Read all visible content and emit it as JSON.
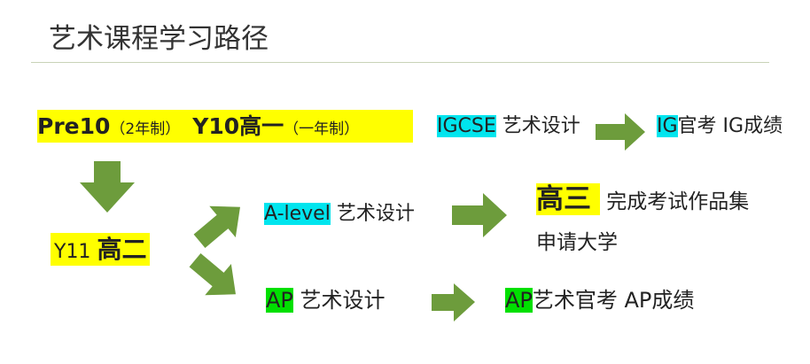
{
  "title": "艺术课程学习路径",
  "colors": {
    "arrow": "#6d9c3c",
    "highlight_yellow": "#ffff00",
    "highlight_cyan": "#00e5ee",
    "highlight_green": "#00e000"
  },
  "row1": {
    "pre10": "Pre10",
    "pre10_note": "（2年制）",
    "y10": "Y10高一",
    "y10_note": "（一年制）",
    "igcse": "IGCSE",
    "igcse_course": " 艺术设计",
    "ig": "IG",
    "ig_result": "官考 IG成绩"
  },
  "y11": {
    "prefix": "Y11 ",
    "grade": "高二"
  },
  "alevel": {
    "tag": "A-level",
    "course": " 艺术设计"
  },
  "senior": {
    "grade": "高三",
    "task": " 完成考试作品集",
    "apply": "申请大学"
  },
  "ap": {
    "tag": "AP",
    "course": " 艺术设计",
    "tag2": "AP",
    "result": "艺术官考 AP成绩"
  }
}
